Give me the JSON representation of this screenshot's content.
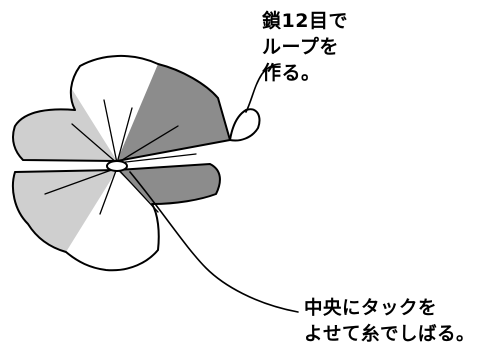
{
  "annotations": {
    "loop": [
      "鎖12目で",
      "ループを",
      "作る。"
    ],
    "tuck": [
      "中央にタックを",
      "よせて糸でしばる。"
    ]
  },
  "colors": {
    "outline": "#000000",
    "paper": "#ffffff",
    "light_gray": "#cfcfcf",
    "dark_gray": "#8c8c8c"
  }
}
